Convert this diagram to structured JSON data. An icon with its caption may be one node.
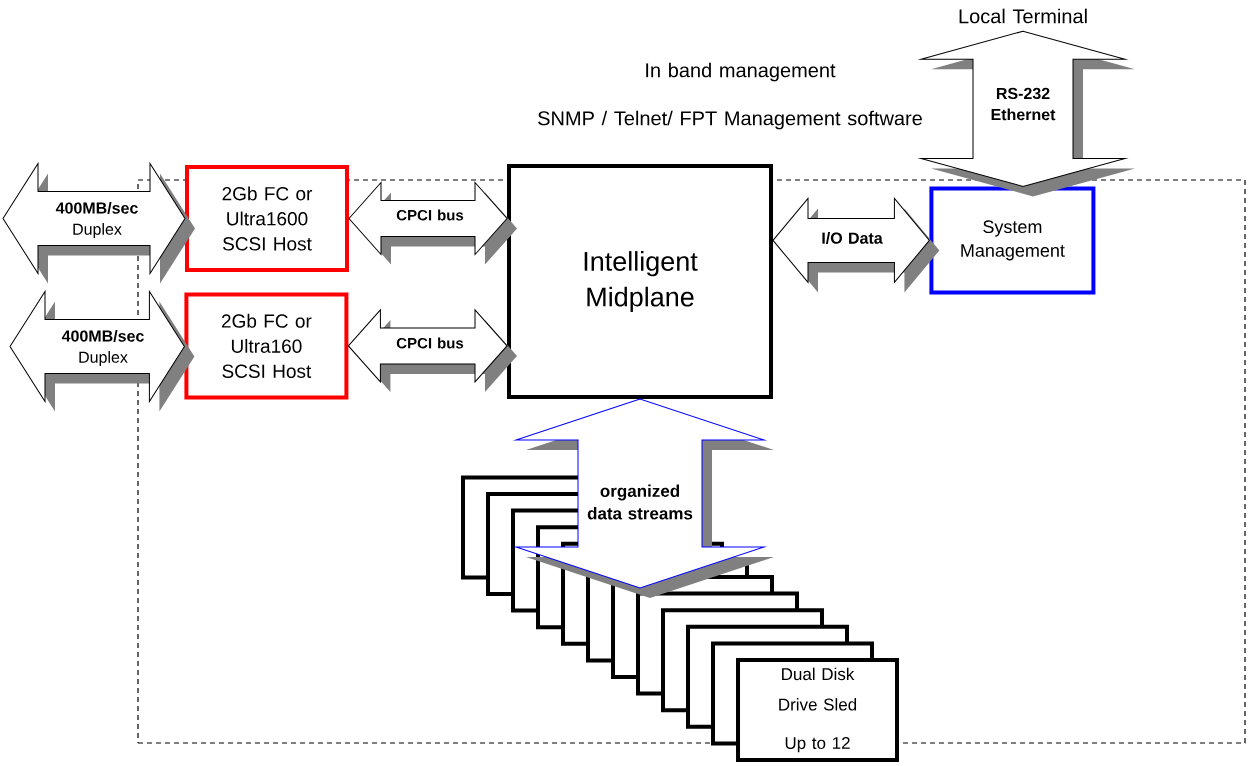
{
  "diagram": {
    "nodes": [
      {
        "text": [],
        "shape": "box"
      },
      {
        "text": [
          "2Gb FC or Ultra1600 SCSI Host"
        ]
      },
      {
        "text": [
          "2Gb FC or Ultra160 SCSI Host"
        ],
        "in": 0
      },
      {
        "text": [
          "Intelligent Midplane"
        ]
      },
      {
        "text": [
          "Local Terminal"
        ]
      },
      {
        "text": [
          "System Management"
        ],
        "in": 0
      },
      {
        "text": [
          "Dual Disk",
          "Drive Sled",
          "Up to 12"
        ]
      }
    ],
    "edges": [
      {
        "from": null,
        "to": 1,
        "arrow": "both",
        "label": "**400MB/sec** Duplex"
      },
      {
        "from": null,
        "to": 2,
        "arrow": "both",
        "label": "**400MB/sec** Duplex"
      },
      {
        "from": 1,
        "to": 3,
        "arrow": "both",
        "label": "CPCI bus"
      },
      {
        "from": 2,
        "to": 3,
        "arrow": "both",
        "label": "CPCI bus"
      },
      {
        "from": 3,
        "to": 5,
        "arrow": "both",
        "label": "I/O Data"
      },
      {
        "from": 4,
        "to": 5,
        "arrow": "both",
        "label": "RS-232 Ethernet"
      },
      {
        "from": 3,
        "to": 6,
        "arrow": "both",
        "label": "organized data streams",
        "color": "#0000ff"
      }
    ],
    "labels": [
      "In band management",
      "SNMP / Telnet/ FPT Management software"
    ]
  }
}
